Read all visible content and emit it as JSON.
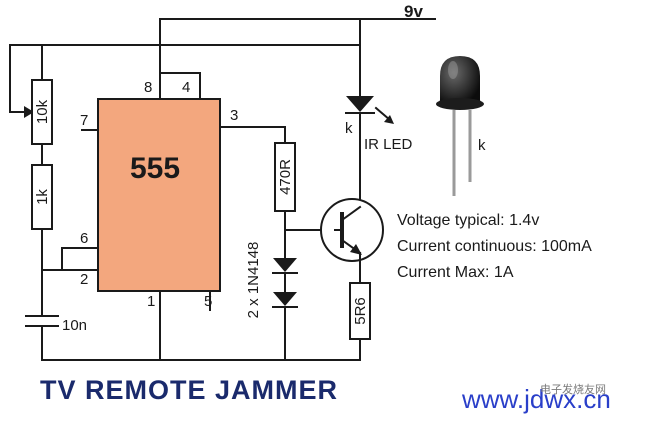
{
  "supply_label": "9v",
  "ic": {
    "name": "555",
    "pins": [
      "8",
      "4",
      "3",
      "7",
      "6",
      "2",
      "1",
      "5"
    ],
    "fill_color": "#f3a77e"
  },
  "components": {
    "pot": "10k",
    "r1": "1k",
    "cap": "10n",
    "r_base": "470R",
    "diodes": "2 x 1N4148",
    "r_emitter": "5R6",
    "led": "IR LED",
    "led_k": "k",
    "photo_k": "k"
  },
  "specs": {
    "line1": "Voltage typical: 1.4v",
    "line2": "Current continuous: 100mA",
    "line3": "Current Max:  1A"
  },
  "title": "TV REMOTE JAMMER",
  "watermark": {
    "main": "www.jdwx.cn",
    "overlay": "电子发烧友网"
  },
  "colors": {
    "title": "#1a2a6c",
    "ic_fill": "#f3a77e",
    "watermark": "#2a3fc9"
  }
}
